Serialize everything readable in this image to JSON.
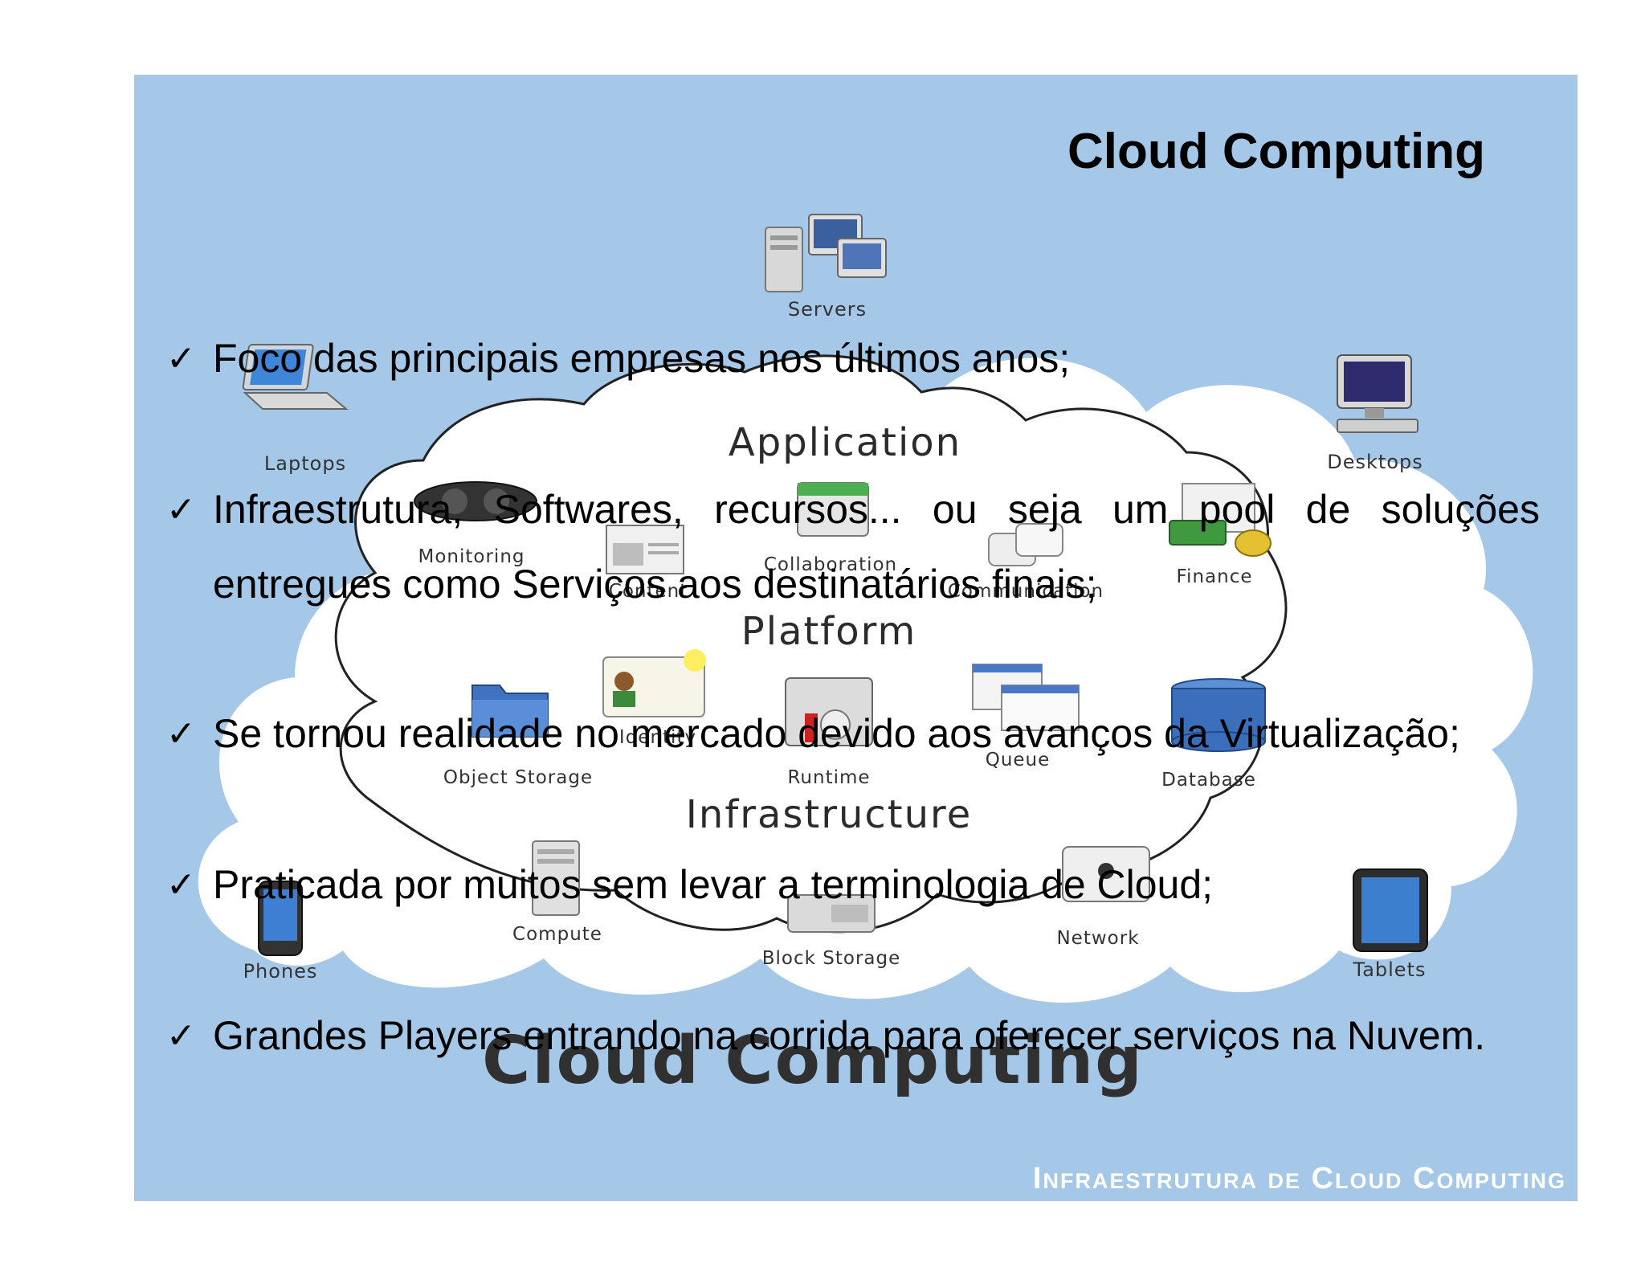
{
  "slide": {
    "title": "Cloud Computing",
    "footer": "Infraestrutura de Cloud Computing"
  },
  "diagram": {
    "devices": [
      {
        "id": "servers",
        "label": "Servers"
      },
      {
        "id": "laptops",
        "label": "Laptops"
      },
      {
        "id": "desktops",
        "label": "Desktops"
      },
      {
        "id": "phones",
        "label": "Phones"
      },
      {
        "id": "tablets",
        "label": "Tablets"
      }
    ],
    "layers": [
      "Application",
      "Platform",
      "Infrastructure"
    ],
    "services": [
      {
        "id": "monitoring",
        "label": "Monitoring"
      },
      {
        "id": "content",
        "label": "Content"
      },
      {
        "id": "collaboration",
        "label": "Collaboration"
      },
      {
        "id": "communication",
        "label": "Communication"
      },
      {
        "id": "finance",
        "label": "Finance"
      },
      {
        "id": "object-storage",
        "label": "Object Storage"
      },
      {
        "id": "identity",
        "label": "Identity"
      },
      {
        "id": "runtime",
        "label": "Runtime"
      },
      {
        "id": "queue",
        "label": "Queue"
      },
      {
        "id": "database",
        "label": "Database"
      },
      {
        "id": "compute",
        "label": "Compute"
      },
      {
        "id": "block-storage",
        "label": "Block Storage"
      },
      {
        "id": "network",
        "label": "Network"
      }
    ],
    "brand": "Cloud Computing"
  },
  "bullets": [
    {
      "mark": "✓",
      "text": "Foco das principais empresas nos últimos anos;"
    },
    {
      "mark": "✓",
      "text": "Infraestrutura, Softwares, recursos... ou seja um pool de soluções entregues como Serviços aos destinatários finais;"
    },
    {
      "mark": "✓",
      "text": "Se tornou realidade no mercado devido aos avanços da Virtualização;"
    },
    {
      "mark": "✓",
      "text": "Praticada por muitos sem levar a terminologia de Cloud;"
    },
    {
      "mark": "✓",
      "text": "Grandes Players entrando na corrida para oferecer serviços na Nuvem."
    }
  ]
}
